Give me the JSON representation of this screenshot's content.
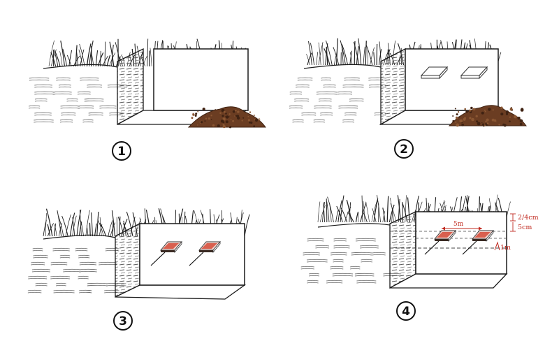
{
  "panels": [
    {
      "id": "step-1",
      "number": "1",
      "stage": "pit",
      "sensors": 0
    },
    {
      "id": "step-2",
      "number": "2",
      "stage": "sensor-outlines",
      "sensors": 2
    },
    {
      "id": "step-3",
      "number": "3",
      "stage": "sensors-installed",
      "sensors": 2
    },
    {
      "id": "step-4",
      "number": "4",
      "stage": "dimensioned",
      "sensors": 2
    }
  ],
  "annotations": {
    "spacing": "5m",
    "depth_top": "2/4cm",
    "depth_mid": "5cm",
    "depth_line": "1m"
  },
  "colors": {
    "line": "#1a1a1a",
    "soil": "#6b3d22",
    "soil_dark": "#3f2212",
    "grass": "#222222",
    "annotation": "#c0281e",
    "sensor": "#d9604f"
  }
}
